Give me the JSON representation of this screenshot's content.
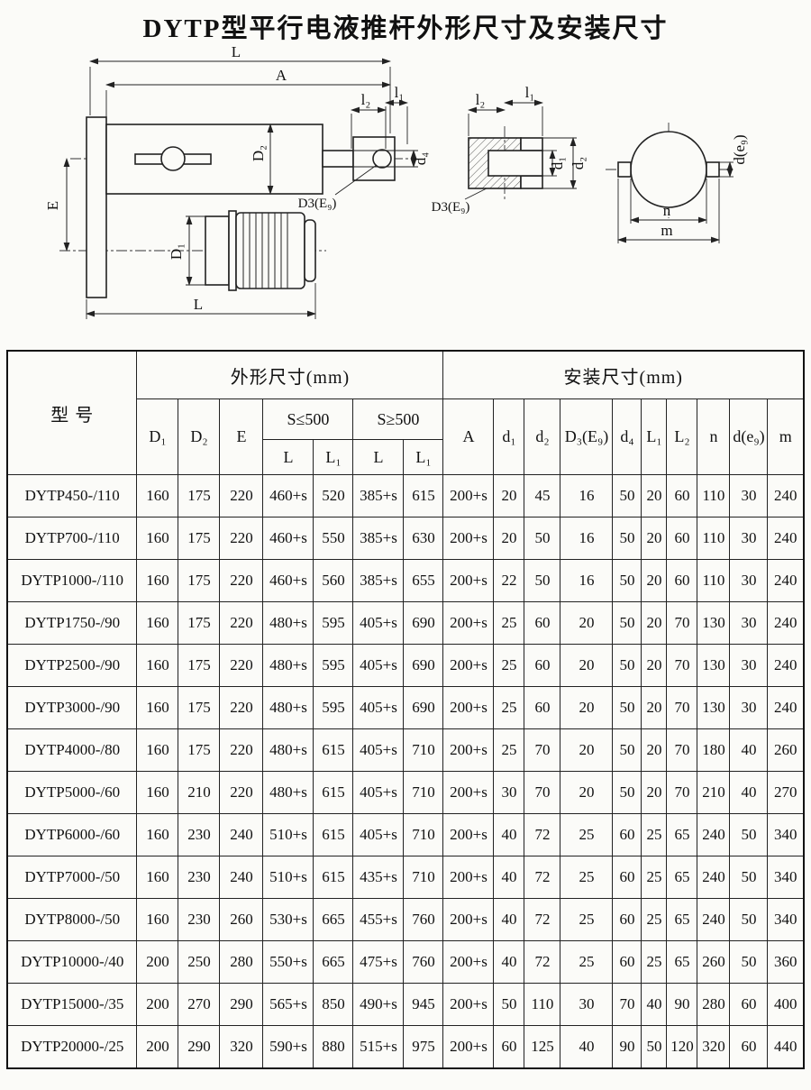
{
  "page_title": "DYTP型平行电液推杆外形尺寸及安装尺寸",
  "diagram": {
    "side_view": {
      "L_top": "L",
      "A": "A",
      "l2": "l₂",
      "l1": "l₁",
      "D2": "D₂",
      "d4": "d₄",
      "D3E9": "D3(E₉)",
      "E": "E",
      "D1": "D₁",
      "L_bottom": "L"
    },
    "rod_detail": {
      "l2": "l₂",
      "l1": "l₁",
      "d1": "d₁",
      "d2": "d₂",
      "D3E9": "D3(E₉)"
    },
    "trunnion": {
      "de9": "d(e₉)",
      "n": "n",
      "m": "m"
    }
  },
  "table": {
    "model_header": "型  号",
    "outline_header": "外形尺寸(mm)",
    "install_header": "安装尺寸(mm)",
    "sub": {
      "D1": "D₁",
      "D2": "D₂",
      "E": "E",
      "s_le": "S≤500",
      "s_ge": "S≥500",
      "L": "L",
      "L1": "L₁",
      "A": "A",
      "d1": "d₁",
      "d2": "d₂",
      "D3E9": "D₃(E₉)",
      "d4": "d₄",
      "L2": "L₂",
      "n": "n",
      "de9": "d(e₉)",
      "m": "m"
    },
    "rows": [
      [
        "DYTP450-/110",
        "160",
        "175",
        "220",
        "460+s",
        "520",
        "385+s",
        "615",
        "200+s",
        "20",
        "45",
        "16",
        "50",
        "20",
        "60",
        "110",
        "30",
        "240"
      ],
      [
        "DYTP700-/110",
        "160",
        "175",
        "220",
        "460+s",
        "550",
        "385+s",
        "630",
        "200+s",
        "20",
        "50",
        "16",
        "50",
        "20",
        "60",
        "110",
        "30",
        "240"
      ],
      [
        "DYTP1000-/110",
        "160",
        "175",
        "220",
        "460+s",
        "560",
        "385+s",
        "655",
        "200+s",
        "22",
        "50",
        "16",
        "50",
        "20",
        "60",
        "110",
        "30",
        "240"
      ],
      [
        "DYTP1750-/90",
        "160",
        "175",
        "220",
        "480+s",
        "595",
        "405+s",
        "690",
        "200+s",
        "25",
        "60",
        "20",
        "50",
        "20",
        "70",
        "130",
        "30",
        "240"
      ],
      [
        "DYTP2500-/90",
        "160",
        "175",
        "220",
        "480+s",
        "595",
        "405+s",
        "690",
        "200+s",
        "25",
        "60",
        "20",
        "50",
        "20",
        "70",
        "130",
        "30",
        "240"
      ],
      [
        "DYTP3000-/90",
        "160",
        "175",
        "220",
        "480+s",
        "595",
        "405+s",
        "690",
        "200+s",
        "25",
        "60",
        "20",
        "50",
        "20",
        "70",
        "130",
        "30",
        "240"
      ],
      [
        "DYTP4000-/80",
        "160",
        "175",
        "220",
        "480+s",
        "615",
        "405+s",
        "710",
        "200+s",
        "25",
        "70",
        "20",
        "50",
        "20",
        "70",
        "180",
        "40",
        "260"
      ],
      [
        "DYTP5000-/60",
        "160",
        "210",
        "220",
        "480+s",
        "615",
        "405+s",
        "710",
        "200+s",
        "30",
        "70",
        "20",
        "50",
        "20",
        "70",
        "210",
        "40",
        "270"
      ],
      [
        "DYTP6000-/60",
        "160",
        "230",
        "240",
        "510+s",
        "615",
        "405+s",
        "710",
        "200+s",
        "40",
        "72",
        "25",
        "60",
        "25",
        "65",
        "240",
        "50",
        "340"
      ],
      [
        "DYTP7000-/50",
        "160",
        "230",
        "240",
        "510+s",
        "615",
        "435+s",
        "710",
        "200+s",
        "40",
        "72",
        "25",
        "60",
        "25",
        "65",
        "240",
        "50",
        "340"
      ],
      [
        "DYTP8000-/50",
        "160",
        "230",
        "260",
        "530+s",
        "665",
        "455+s",
        "760",
        "200+s",
        "40",
        "72",
        "25",
        "60",
        "25",
        "65",
        "240",
        "50",
        "340"
      ],
      [
        "DYTP10000-/40",
        "200",
        "250",
        "280",
        "550+s",
        "665",
        "475+s",
        "760",
        "200+s",
        "40",
        "72",
        "25",
        "60",
        "25",
        "65",
        "260",
        "50",
        "360"
      ],
      [
        "DYTP15000-/35",
        "200",
        "270",
        "290",
        "565+s",
        "850",
        "490+s",
        "945",
        "200+s",
        "50",
        "110",
        "30",
        "70",
        "40",
        "90",
        "280",
        "60",
        "400"
      ],
      [
        "DYTP20000-/25",
        "200",
        "290",
        "320",
        "590+s",
        "880",
        "515+s",
        "975",
        "200+s",
        "60",
        "125",
        "40",
        "90",
        "50",
        "120",
        "320",
        "60",
        "440"
      ]
    ]
  }
}
